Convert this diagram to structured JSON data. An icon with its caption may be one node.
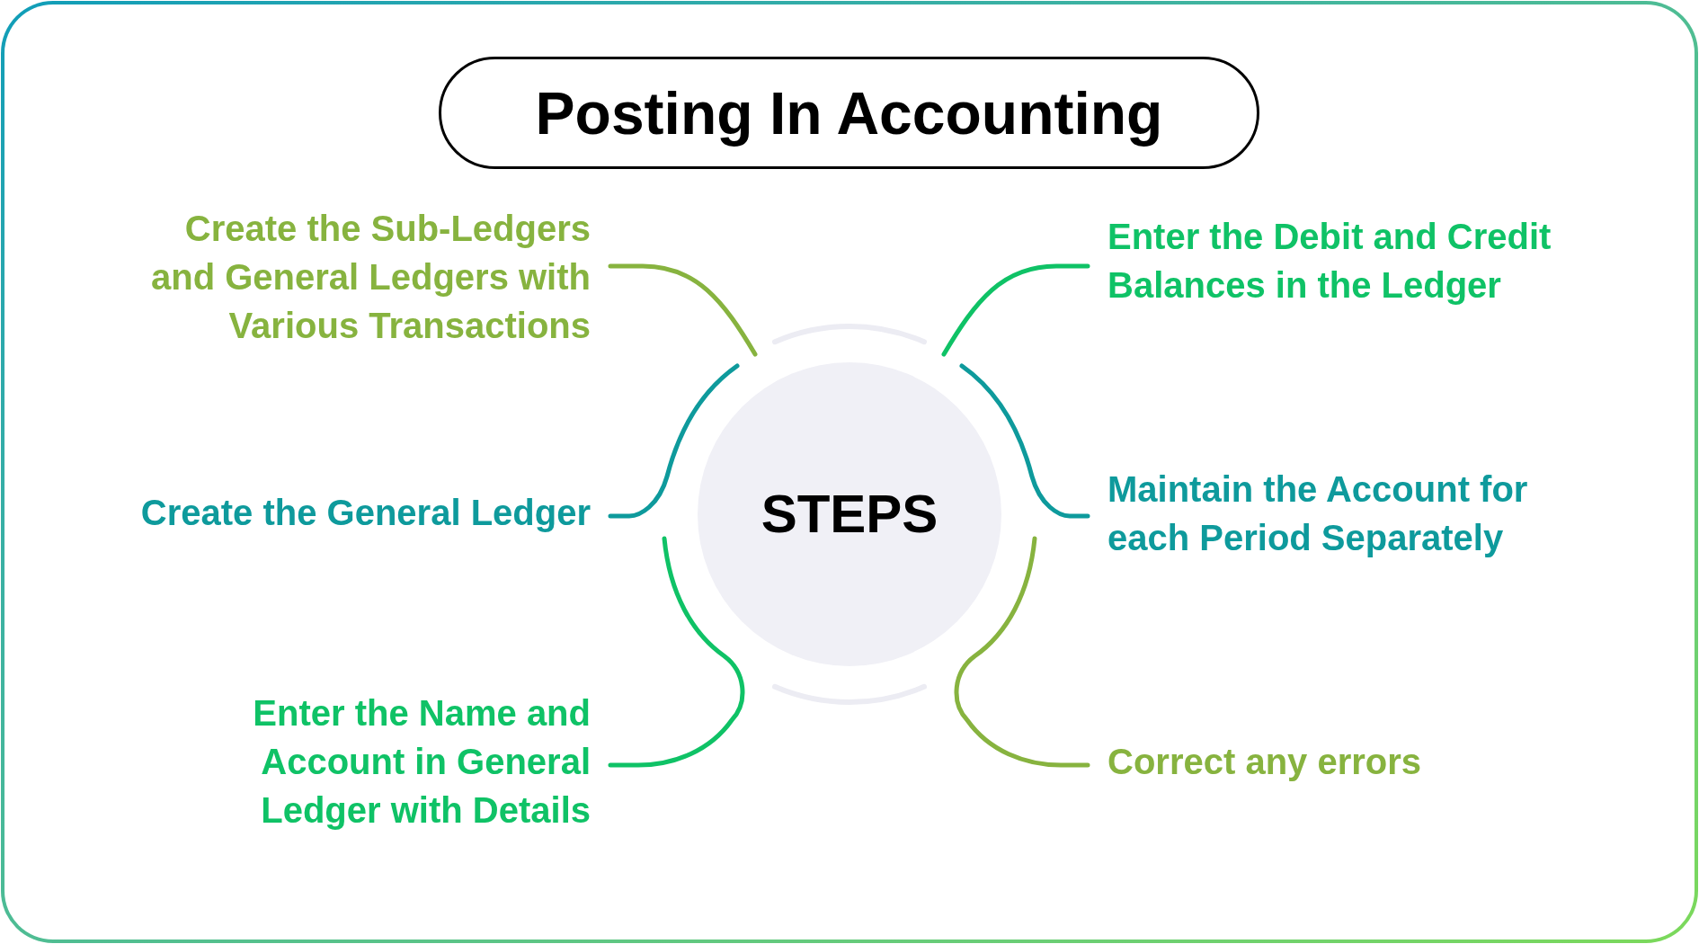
{
  "diagram": {
    "title": "Posting In Accounting",
    "nodes": [
      {
        "text": [
          "STEPS"
        ]
      },
      {
        "text": [
          "Create the Sub-Ledgers and General Ledgers with Various Transactions"
        ]
      },
      {
        "text": [
          "Enter the Debit and Credit Balances in the Ledger"
        ]
      },
      {
        "text": [
          "Create the General Ledger"
        ]
      },
      {
        "text": [
          "Maintain the Account for each Period Separately"
        ]
      },
      {
        "text": [
          "Enter the Name and Account in General Ledger with Details"
        ]
      },
      {
        "text": [
          "Correct any errors"
        ]
      }
    ],
    "edges": [
      {
        "from": 0,
        "to": 1,
        "arrow": "none",
        "color": "#87b33f"
      },
      {
        "from": 0,
        "to": 2,
        "arrow": "none",
        "color": "#0fc266"
      },
      {
        "from": 0,
        "to": 3,
        "arrow": "none",
        "color": "#0e9a9c"
      },
      {
        "from": 0,
        "to": 4,
        "arrow": "none",
        "color": "#0e9a9c"
      },
      {
        "from": 0,
        "to": 5,
        "arrow": "none",
        "color": "#0fc266"
      },
      {
        "from": 0,
        "to": 6,
        "arrow": "none",
        "color": "#87b33f"
      }
    ]
  }
}
